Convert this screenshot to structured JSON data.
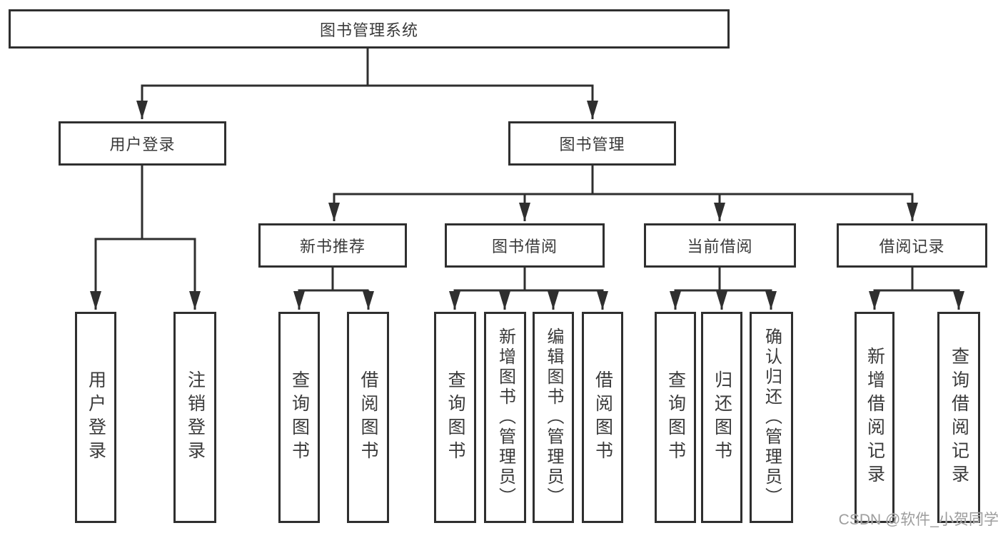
{
  "diagram": {
    "root": {
      "label": "图书管理系统"
    },
    "level2": [
      {
        "id": "user-login",
        "label": "用户登录",
        "parent": "图书管理系统"
      },
      {
        "id": "book-management",
        "label": "图书管理",
        "parent": "图书管理系统"
      }
    ],
    "level3": [
      {
        "id": "new-book-recommend",
        "label": "新书推荐",
        "parent": "图书管理"
      },
      {
        "id": "book-borrow",
        "label": "图书借阅",
        "parent": "图书管理"
      },
      {
        "id": "current-borrow",
        "label": "当前借阅",
        "parent": "图书管理"
      },
      {
        "id": "borrow-records",
        "label": "借阅记录",
        "parent": "图书管理"
      }
    ],
    "leaves": [
      {
        "label": "用户登录",
        "parent": "用户登录"
      },
      {
        "label": "注销登录",
        "parent": "用户登录"
      },
      {
        "label": "查询图书",
        "parent": "新书推荐"
      },
      {
        "label": "借阅图书",
        "parent": "新书推荐"
      },
      {
        "label": "查询图书",
        "parent": "图书借阅"
      },
      {
        "label": "新增图书（管理员）",
        "parent": "图书借阅"
      },
      {
        "label": "编辑图书（管理员）",
        "parent": "图书借阅"
      },
      {
        "label": "借阅图书",
        "parent": "图书借阅"
      },
      {
        "label": "查询图书",
        "parent": "当前借阅"
      },
      {
        "label": "归还图书",
        "parent": "当前借阅"
      },
      {
        "label": "确认归还（管理员）",
        "parent": "当前借阅"
      },
      {
        "label": "新增借阅记录",
        "parent": "借阅记录"
      },
      {
        "label": "查询借阅记录",
        "parent": "借阅记录"
      }
    ]
  },
  "watermark": {
    "text": "CSDN @软件_小贺同学"
  },
  "colors": {
    "line": "#2f2f2f",
    "box_border": "#2f2f2f",
    "text": "#3a3a3a",
    "watermark": "#9d9d9d",
    "background": "#ffffff"
  }
}
